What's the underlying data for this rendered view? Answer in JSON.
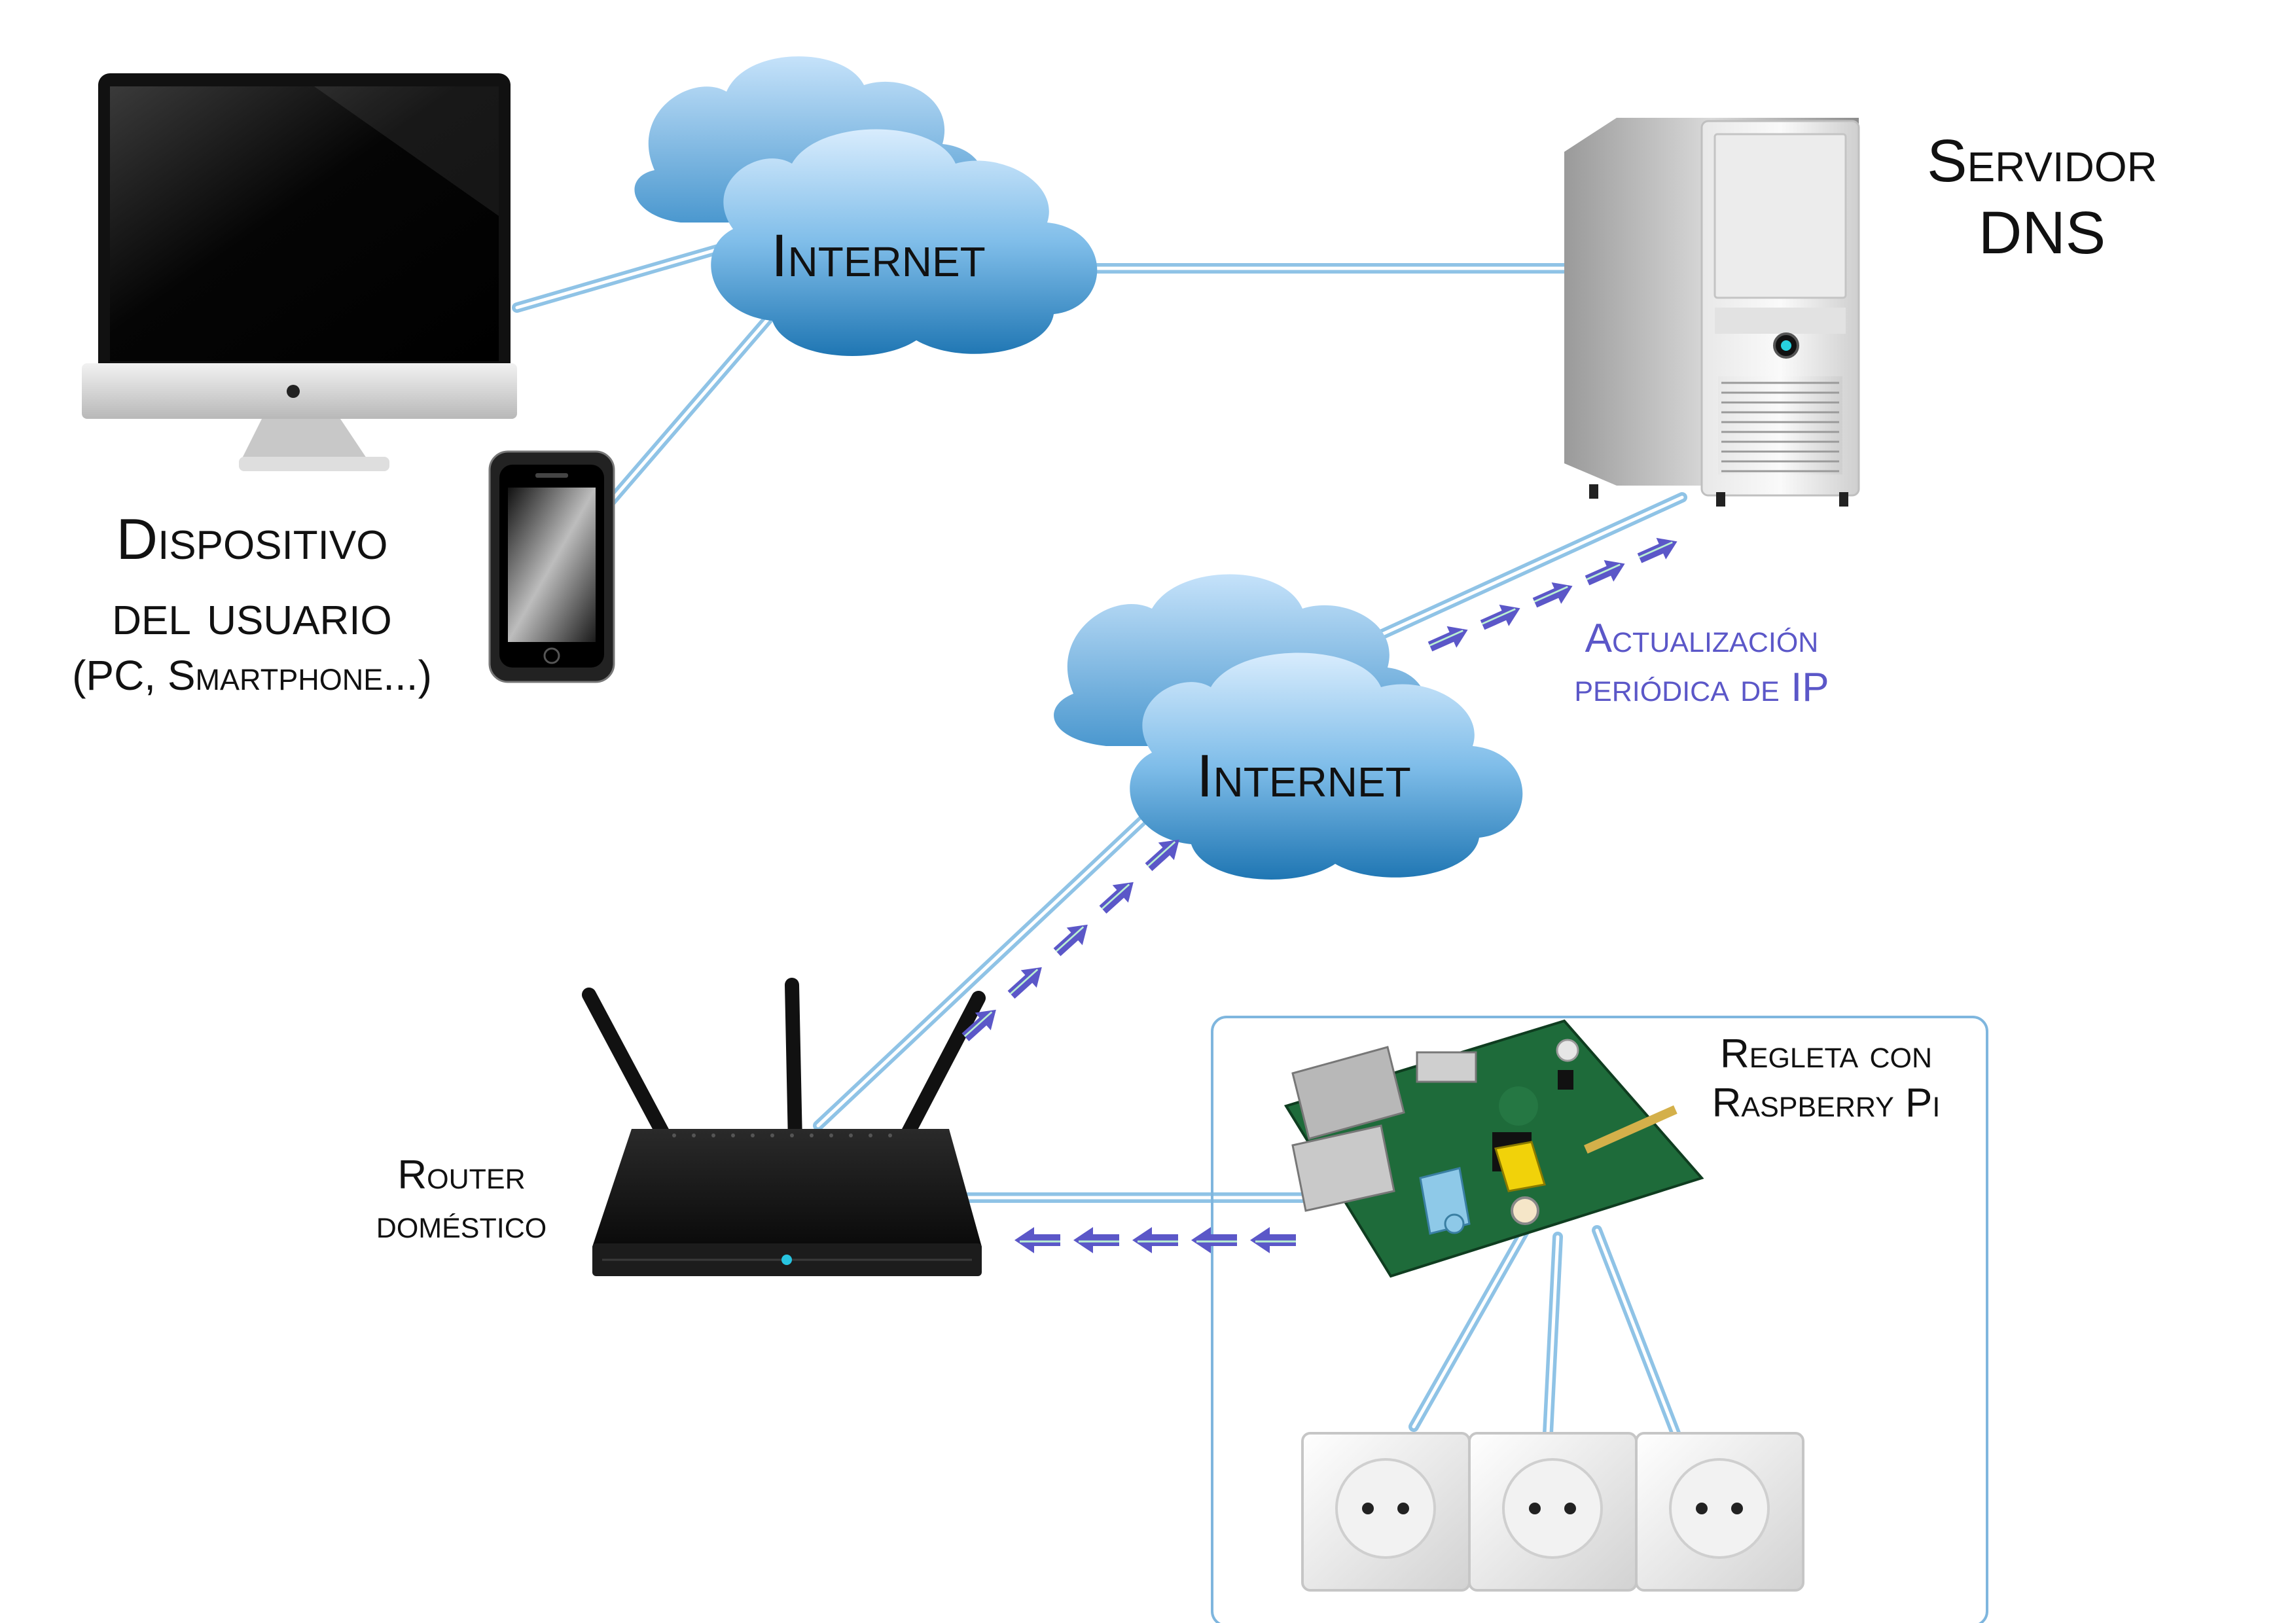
{
  "labels": {
    "internet_top": "Internet",
    "internet_mid": "Internet",
    "servidor_line1": "Servidor",
    "servidor_line2": "DNS",
    "dispositivo_line1": "Dispositivo",
    "dispositivo_line2": "del usuario",
    "dispositivo_line3": "(PC, Smartphone...)",
    "actualizacion_line1": "Actualización",
    "actualizacion_line2": "periódica de IP",
    "router_line1": "Router",
    "router_line2": "doméstico",
    "regleta_line1": "Regleta con",
    "regleta_line2": "Raspberry Pi"
  },
  "colors": {
    "link": "#8fc3e6",
    "cloud_light": "#cfe6fb",
    "cloud_dark": "#2d87c2",
    "arrow": "#5b57c8",
    "box_border": "#7fb6de"
  },
  "icons": {
    "monitor": "desktop-monitor-icon",
    "phone": "smartphone-icon",
    "server": "server-tower-icon",
    "router": "wifi-router-icon",
    "raspberry": "raspberry-pi-board-icon",
    "socket": "power-socket-icon"
  }
}
